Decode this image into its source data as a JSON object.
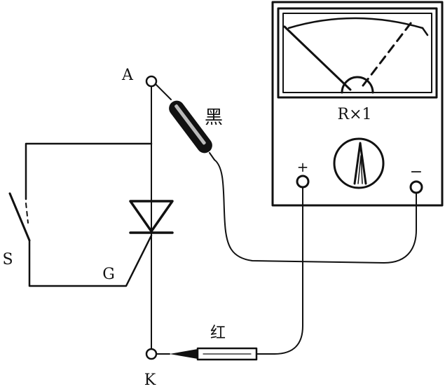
{
  "labels": {
    "anode": "A",
    "cathode": "K",
    "gate": "G",
    "switch": "S",
    "black_probe": "黑",
    "red_probe": "红",
    "range": "R×1",
    "plus": "+",
    "minus": "−"
  }
}
